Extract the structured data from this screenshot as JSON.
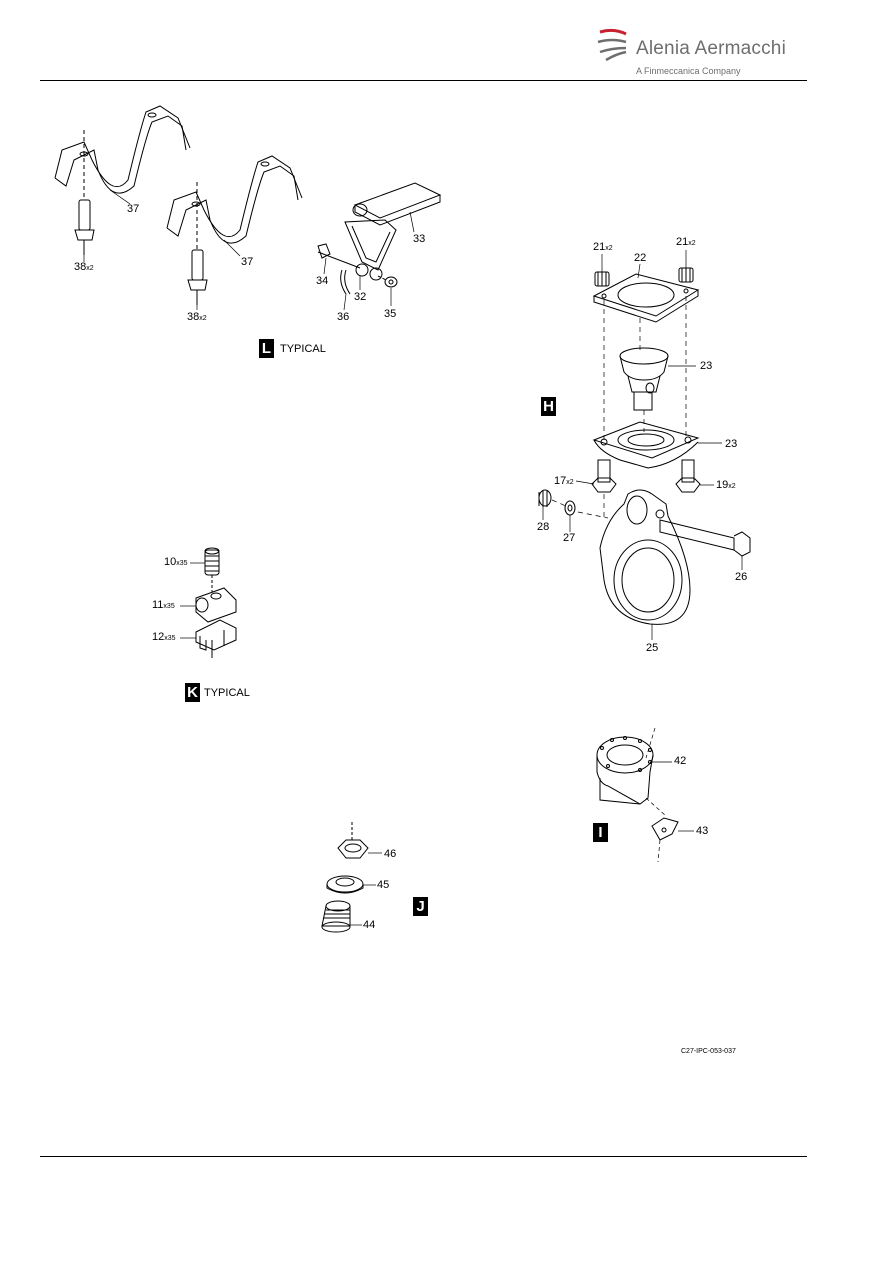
{
  "header": {
    "company": "Alenia Aermacchi",
    "subtitle": "A Finmeccanica Company"
  },
  "views": {
    "L": {
      "letter": "L",
      "caption": "TYPICAL"
    },
    "K": {
      "letter": "K",
      "caption": "TYPICAL"
    },
    "H": {
      "letter": "H"
    },
    "I": {
      "letter": "I"
    },
    "J": {
      "letter": "J"
    }
  },
  "callouts": {
    "c37a": "37",
    "c37b": "37",
    "c38a": "38",
    "c38a_qty": "x2",
    "c38b": "38",
    "c38b_qty": "x2",
    "c33": "33",
    "c34": "34",
    "c32": "32",
    "c36": "36",
    "c35": "35",
    "c10": "10",
    "c10_qty": "x35",
    "c11": "11",
    "c11_qty": "x35",
    "c12": "12",
    "c12_qty": "x35",
    "c46": "46",
    "c45": "45",
    "c44": "44",
    "c21a": "21",
    "c21a_qty": "x2",
    "c21b": "21",
    "c21b_qty": "x2",
    "c22": "22",
    "c23a": "23",
    "c23b": "23",
    "c17": "17",
    "c17_qty": "x2",
    "c19": "19",
    "c19_qty": "x2",
    "c28": "28",
    "c27": "27",
    "c26": "26",
    "c25": "25",
    "c42": "42",
    "c43": "43"
  },
  "figure_ref": "C27-IPC-053-037",
  "colors": {
    "logo_gray": "#6e6e6e",
    "logo_red": "#c8202f"
  }
}
